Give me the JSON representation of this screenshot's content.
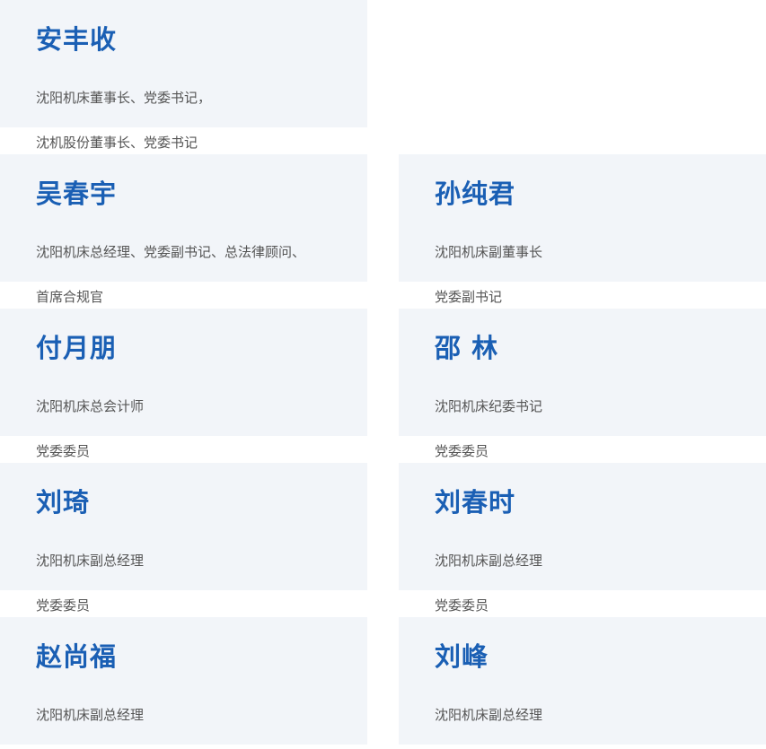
{
  "theme": {
    "name_color": "#1a5fb4",
    "card_bg": "#f2f5f9",
    "title_color": "#555555"
  },
  "cards": [
    {
      "name": "安丰收",
      "title_lines": [
        "沈阳机床董事长、党委书记，",
        "沈机股份董事长、党委书记"
      ]
    },
    {
      "name": "吴春宇",
      "title_lines": [
        "沈阳机床总经理、党委副书记、总法律顾问、",
        "首席合规官"
      ]
    },
    {
      "name": "孙纯君",
      "title_lines": [
        "沈阳机床副董事长",
        "党委副书记"
      ]
    },
    {
      "name": "付月朋",
      "title_lines": [
        "沈阳机床总会计师",
        "党委委员"
      ]
    },
    {
      "name": "邵 林",
      "title_lines": [
        "沈阳机床纪委书记",
        "党委委员"
      ]
    },
    {
      "name": "刘琦",
      "title_lines": [
        "沈阳机床副总经理",
        "党委委员"
      ]
    },
    {
      "name": "刘春时",
      "title_lines": [
        "沈阳机床副总经理",
        "党委委员"
      ]
    },
    {
      "name": "赵尚福",
      "title_lines": [
        "沈阳机床副总经理"
      ]
    },
    {
      "name": "刘峰",
      "title_lines": [
        "沈阳机床副总经理"
      ]
    }
  ]
}
